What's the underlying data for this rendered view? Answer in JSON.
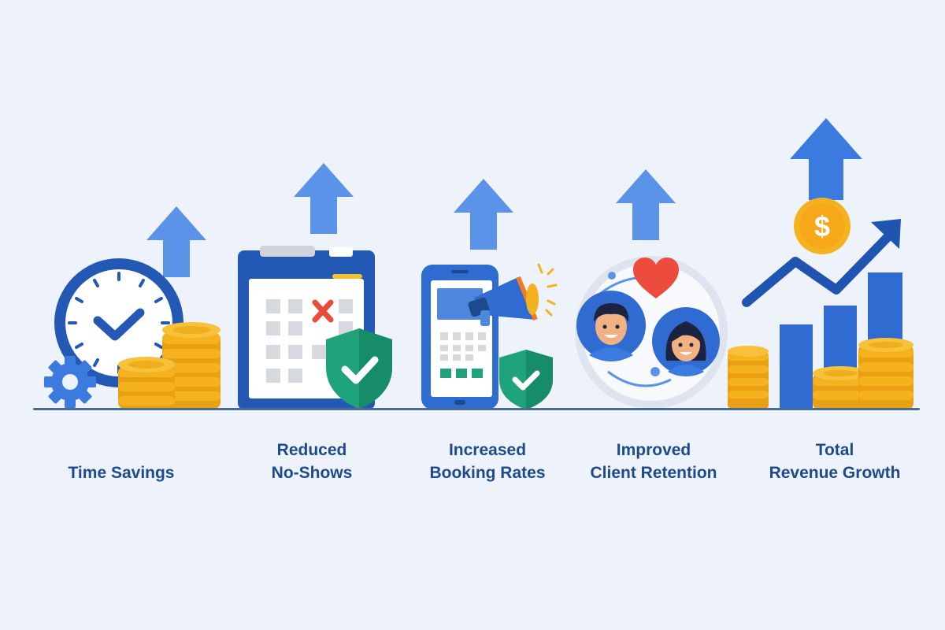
{
  "colors": {
    "background": "#eef2fa",
    "arrow": "#5b93e8",
    "dark_blue": "#2358b5",
    "label": "#1d4a8c",
    "coin": "#f5b21f",
    "shield": "#1fa37a",
    "heart": "#ec4b3e",
    "cross": "#ea4b3c",
    "baseline": "#4a6b94"
  },
  "benefits": [
    {
      "line1": "",
      "line2": "Time Savings",
      "icons": [
        "up-arrow",
        "clock",
        "gear",
        "coin-stacks"
      ]
    },
    {
      "line1": "Reduced",
      "line2": "No-Shows",
      "icons": [
        "up-arrow",
        "clipboard-calendar",
        "red-x",
        "check-shield"
      ]
    },
    {
      "line1": "Increased",
      "line2": "Booking Rates",
      "icons": [
        "up-arrow",
        "smartphone",
        "megaphone",
        "check-shield"
      ]
    },
    {
      "line1": "Improved",
      "line2": "Client Retention",
      "icons": [
        "up-arrow",
        "heart",
        "client-avatar-man",
        "client-avatar-woman",
        "cycle"
      ]
    },
    {
      "line1": "Total",
      "line2": "Revenue Growth",
      "icons": [
        "up-arrow",
        "dollar-coin",
        "trend-line",
        "bar-chart",
        "coin-stacks"
      ]
    }
  ]
}
